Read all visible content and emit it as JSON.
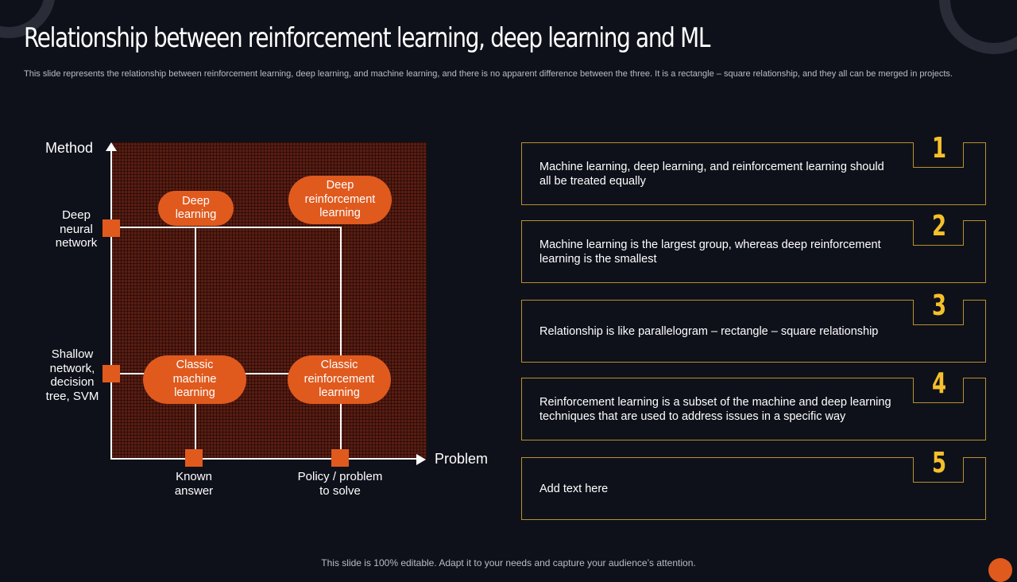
{
  "title": "Relationship between reinforcement learning, deep learning and ML",
  "subtitle": "This slide represents the relationship between reinforcement learning, deep learning, and machine learning, and there is no apparent difference between the three. It is a rectangle – square relationship, and they all can be merged in projects.",
  "diagram": {
    "y_axis_title": "Method",
    "x_axis_title": "Problem",
    "y_labels": [
      "Deep\nneural\nnetwork",
      "Shallow\nnetwork,\ndecision\ntree, SVM"
    ],
    "x_labels": [
      "Known\nanswer",
      "Policy / problem\nto solve"
    ],
    "nodes": {
      "deep_learning": "Deep\nlearning",
      "deep_reinforcement_learning": "Deep\nreinforcement\nlearning",
      "classic_machine_learning": "Classic\nmachine\nlearning",
      "classic_reinforcement_learning": "Classic\nreinforcement\nlearning"
    },
    "colors": {
      "accent": "#e05a1e",
      "grid_background": "#5a1d12"
    }
  },
  "points": [
    {
      "number": "1",
      "text": "Machine learning, deep learning, and reinforcement learning should all be treated equally"
    },
    {
      "number": "2",
      "text": "Machine learning is the largest group, whereas deep reinforcement learning is the smallest"
    },
    {
      "number": "3",
      "text": "Relationship is like parallelogram – rectangle – square relationship"
    },
    {
      "number": "4",
      "text": "Reinforcement learning is a subset of the machine and deep learning techniques that are used to address issues in a specific way"
    },
    {
      "number": "5",
      "text": "Add text here"
    }
  ],
  "footer": "This slide is 100% editable. Adapt it to your needs and capture your audience’s attention.",
  "colors": {
    "background": "#0f111a",
    "card_border": "#b88f2c",
    "number": "#f5c02a"
  }
}
